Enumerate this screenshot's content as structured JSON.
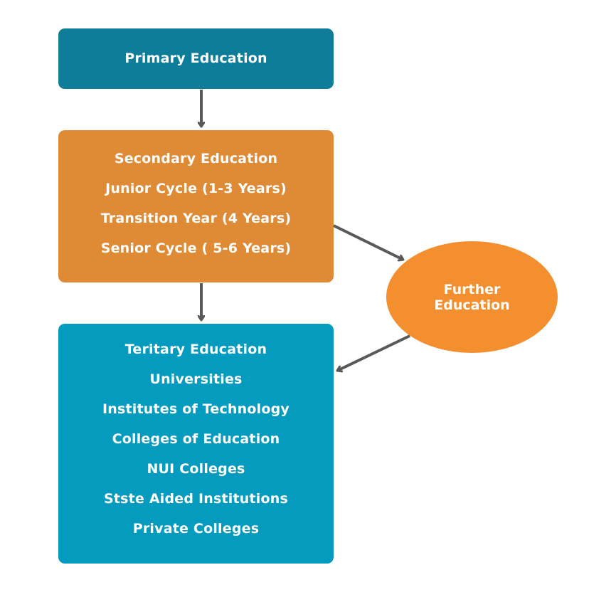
{
  "colors": {
    "primary": "#0e7d99",
    "secondary": "#df8b36",
    "tertiary": "#059bbe",
    "further": "#f38f2e",
    "arrow": "#595959"
  },
  "nodes": {
    "primary": {
      "label": "Primary Education"
    },
    "secondary": {
      "lines": [
        "Secondary Education",
        "Junior Cycle (1-3 Years)",
        "Transition Year (4 Years)",
        "Senior Cycle ( 5-6 Years)"
      ]
    },
    "further": {
      "lines": [
        "Further",
        "Education"
      ]
    },
    "tertiary": {
      "lines": [
        "Teritary Education",
        "Universities",
        "Institutes of Technology",
        "Colleges of Education",
        "NUI Colleges",
        "Stste Aided Institutions",
        "Private Colleges"
      ]
    }
  },
  "edges": [
    {
      "from": "primary",
      "to": "secondary"
    },
    {
      "from": "secondary",
      "to": "tertiary"
    },
    {
      "from": "secondary",
      "to": "further"
    },
    {
      "from": "further",
      "to": "tertiary"
    }
  ]
}
